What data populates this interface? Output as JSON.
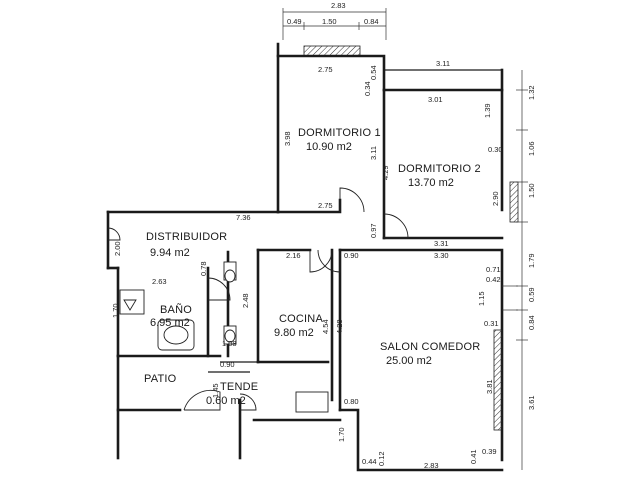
{
  "rooms": [
    {
      "id": "dormitorio-1",
      "name": "DORMITORIO 1",
      "area": "10.90 m2"
    },
    {
      "id": "dormitorio-2",
      "name": "DORMITORIO 2",
      "area": "13.70 m2"
    },
    {
      "id": "distribuidor",
      "name": "DISTRIBUIDOR",
      "area": "9.94 m2"
    },
    {
      "id": "bano",
      "name": "BAÑO",
      "area": "6.95 m2"
    },
    {
      "id": "cocina",
      "name": "COCINA",
      "area": "9.80 m2"
    },
    {
      "id": "salon",
      "name": "SALON COMEDOR",
      "area": "25.00 m2"
    },
    {
      "id": "patio",
      "name": "PATIO",
      "area": ""
    },
    {
      "id": "tende",
      "name": "TENDE",
      "area": "0.60 m2"
    }
  ],
  "dims": {
    "top_total": "2.83",
    "top_a": "0.49",
    "top_b": "1.50",
    "top_c": "0.84",
    "d1_top": "2.75",
    "d1_side": "3.98",
    "d1_right": "3.11",
    "d1_bottom": "2.75",
    "d1_small": "0.54",
    "d1_small2": "0.34",
    "d2_top_ext": "3.11",
    "d2_top": "3.01",
    "d2_left": "4.29",
    "d2_r1": "1.39",
    "d2_r2": "0.30",
    "d2_r3": "2.90",
    "d2_bottom": "3.31",
    "d2_bottom2": "3.30",
    "right_1": "1.32",
    "right_2": "1.06",
    "right_3": "1.50",
    "right_4": "1.79",
    "right_5": "0.59",
    "right_6": "0.84",
    "right_7": "3.61",
    "dist_top": "7.36",
    "dist_left": "2.00",
    "dist_door": "0.97",
    "ban_top": "2.63",
    "ban_side": "0.78",
    "ban_left": "1.70",
    "ban_r": "2.48",
    "ban_b": "1.08",
    "coc_top": "2.16",
    "coc_door": "0.90",
    "coc_r": "4.54",
    "coc_l": "4.28",
    "sal_r1": "0.71",
    "sal_r2": "0.42",
    "sal_r3": "1.15",
    "sal_r4": "0.31",
    "sal_r5": "3.81",
    "sal_l1": "0.80",
    "sal_l2": "1.70",
    "sal_b": "2.83",
    "sal_b1": "0.44",
    "sal_b2": "0.12",
    "sal_b3": "0.41",
    "sal_b4": "0.39",
    "pat_top": "0.90",
    "tende_side": "1.45"
  }
}
